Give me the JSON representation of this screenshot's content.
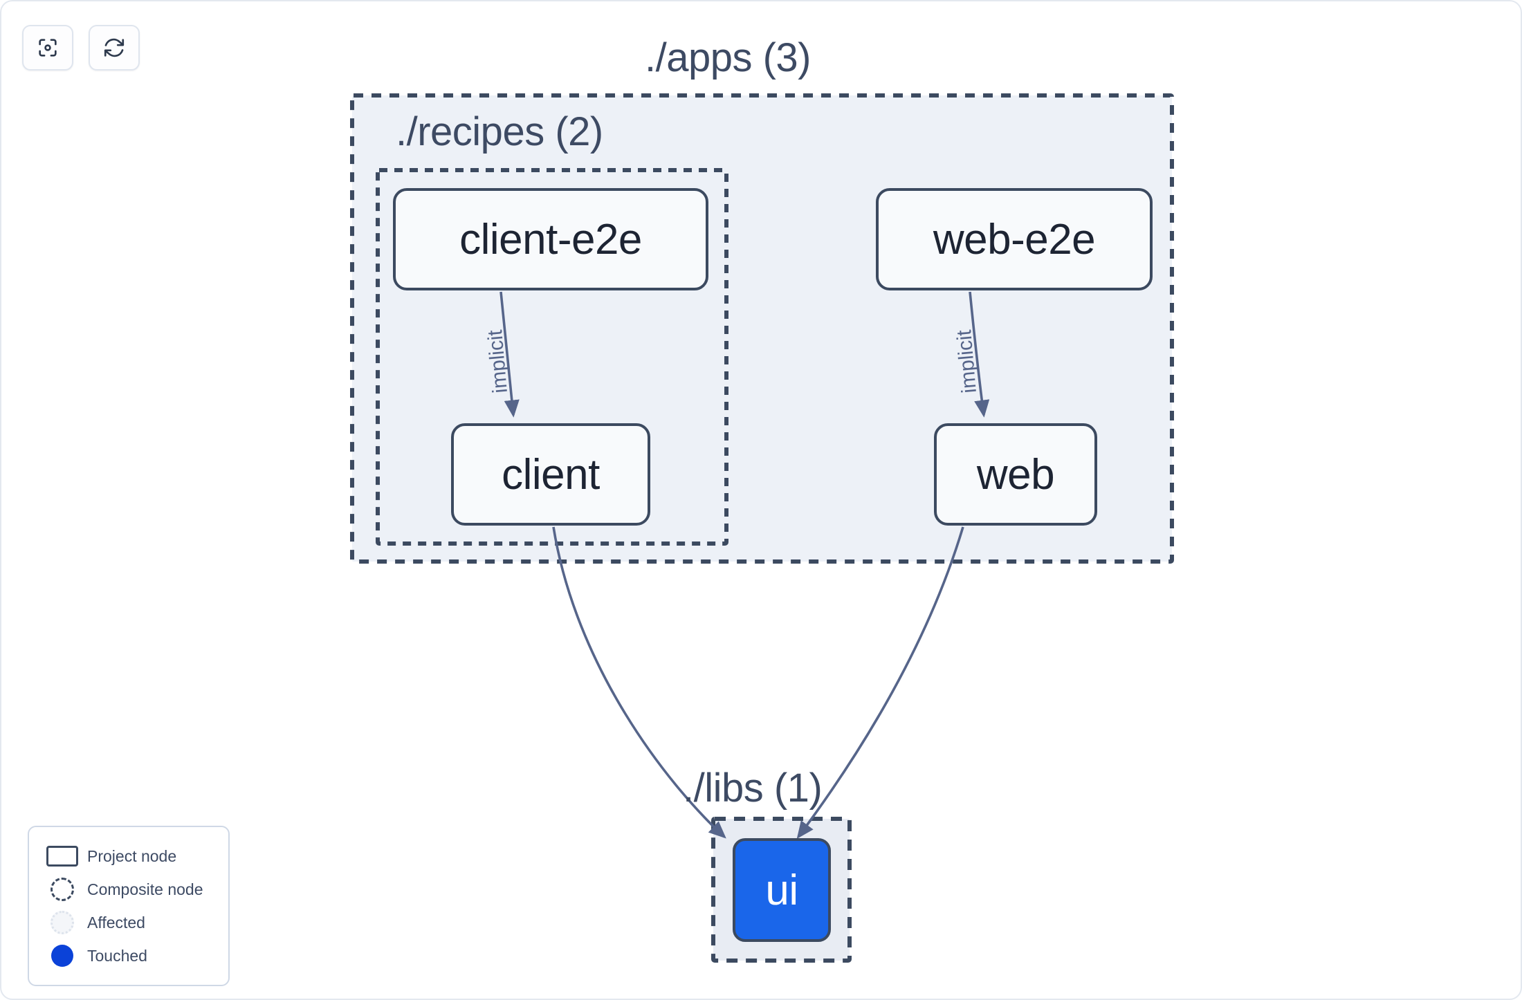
{
  "toolbar": {
    "buttons": [
      {
        "name": "focus-graph-button",
        "icon": "focus-target-icon",
        "label": ""
      },
      {
        "name": "refresh-graph-button",
        "icon": "refresh-icon",
        "label": ""
      }
    ]
  },
  "graph": {
    "groups": [
      {
        "id": "apps",
        "label": "./apps (3)",
        "count": 3,
        "style": "dashed"
      },
      {
        "id": "recipes",
        "label": "./recipes (2)",
        "count": 2,
        "style": "dashed"
      },
      {
        "id": "libs",
        "label": "./libs (1)",
        "count": 1,
        "style": "dashed"
      }
    ],
    "nodes": [
      {
        "id": "client-e2e",
        "label": "client-e2e",
        "group": "recipes",
        "state": "normal"
      },
      {
        "id": "web-e2e",
        "label": "web-e2e",
        "group": "apps",
        "state": "normal"
      },
      {
        "id": "client",
        "label": "client",
        "group": "recipes",
        "state": "normal"
      },
      {
        "id": "web",
        "label": "web",
        "group": "apps",
        "state": "normal"
      },
      {
        "id": "ui",
        "label": "ui",
        "group": "libs",
        "state": "touched"
      }
    ],
    "edges": [
      {
        "from": "client-e2e",
        "to": "client",
        "label": "implicit"
      },
      {
        "from": "web-e2e",
        "to": "web",
        "label": "implicit"
      },
      {
        "from": "client",
        "to": "ui",
        "label": ""
      },
      {
        "from": "web",
        "to": "ui",
        "label": ""
      }
    ]
  },
  "legend": {
    "items": [
      {
        "swatch": "project-node-swatch",
        "label": "Project node"
      },
      {
        "swatch": "composite-node-swatch",
        "label": "Composite node"
      },
      {
        "swatch": "affected-swatch",
        "label": "Affected"
      },
      {
        "swatch": "touched-swatch",
        "label": "Touched"
      }
    ]
  },
  "colors": {
    "touched": "#0b42d8",
    "node_selected": "#1a66ea",
    "node_border": "#3c4a60",
    "node_fill": "#f8fafc",
    "group_fill": "#edf1f7",
    "group_border": "#3c4a60",
    "edge": "#56658a",
    "canvas": "#ffffff"
  }
}
